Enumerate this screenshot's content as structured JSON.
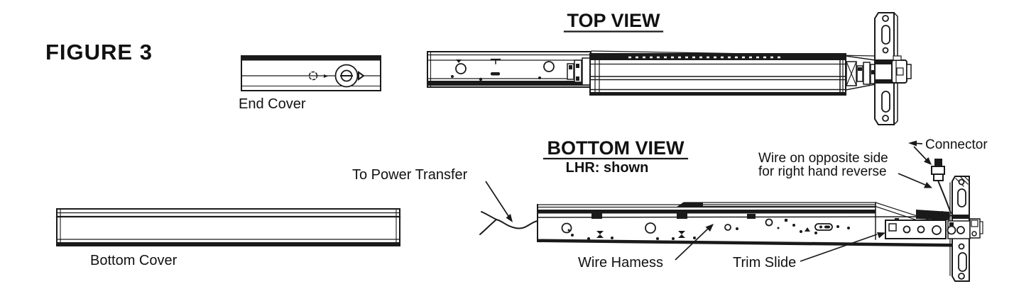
{
  "figure": {
    "title": "FIGURE 3"
  },
  "top_view": {
    "title": "TOP VIEW",
    "parts": {
      "end_cover": "End Cover"
    }
  },
  "bottom_view": {
    "title": "BOTTOM VIEW",
    "handing_note": "LHR: shown",
    "parts": {
      "to_power_transfer": "To Power Transfer",
      "wire_note_line1": "Wire on opposite side",
      "wire_note_line2": "for right hand reverse",
      "connector": "Connector",
      "bottom_cover": "Bottom Cover",
      "wire_harness": "Wire Hamess",
      "trim_slide": "Trim Slide"
    }
  },
  "colors": {
    "ink": "#1a1a1a",
    "paper": "#ffffff"
  }
}
